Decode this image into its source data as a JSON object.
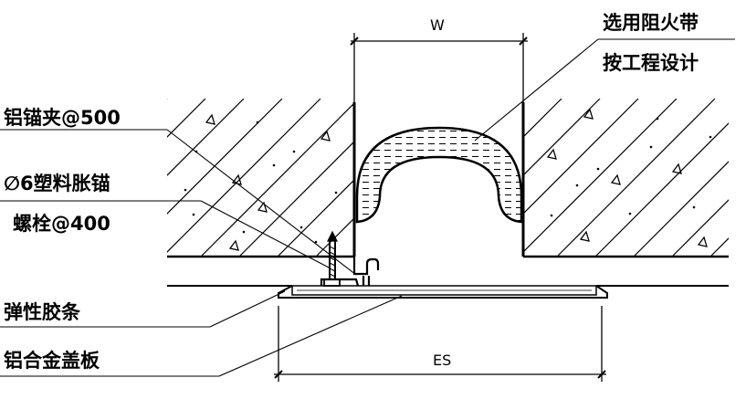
{
  "labels": {
    "fire_belt_line1": "选用阻火带",
    "fire_belt_line2": "按工程设计",
    "aluminum_clip": "铝锚夹@500",
    "plastic_anchor_line1": "∅6塑料胀锚",
    "plastic_anchor_line2": "螺栓@400",
    "elastic_strip": "弹性胶条",
    "aluminum_cover": "铝合金盖板",
    "dim_w": "W",
    "dim_es": "ES"
  },
  "colors": {
    "ink": "#000000",
    "paper": "#ffffff"
  }
}
